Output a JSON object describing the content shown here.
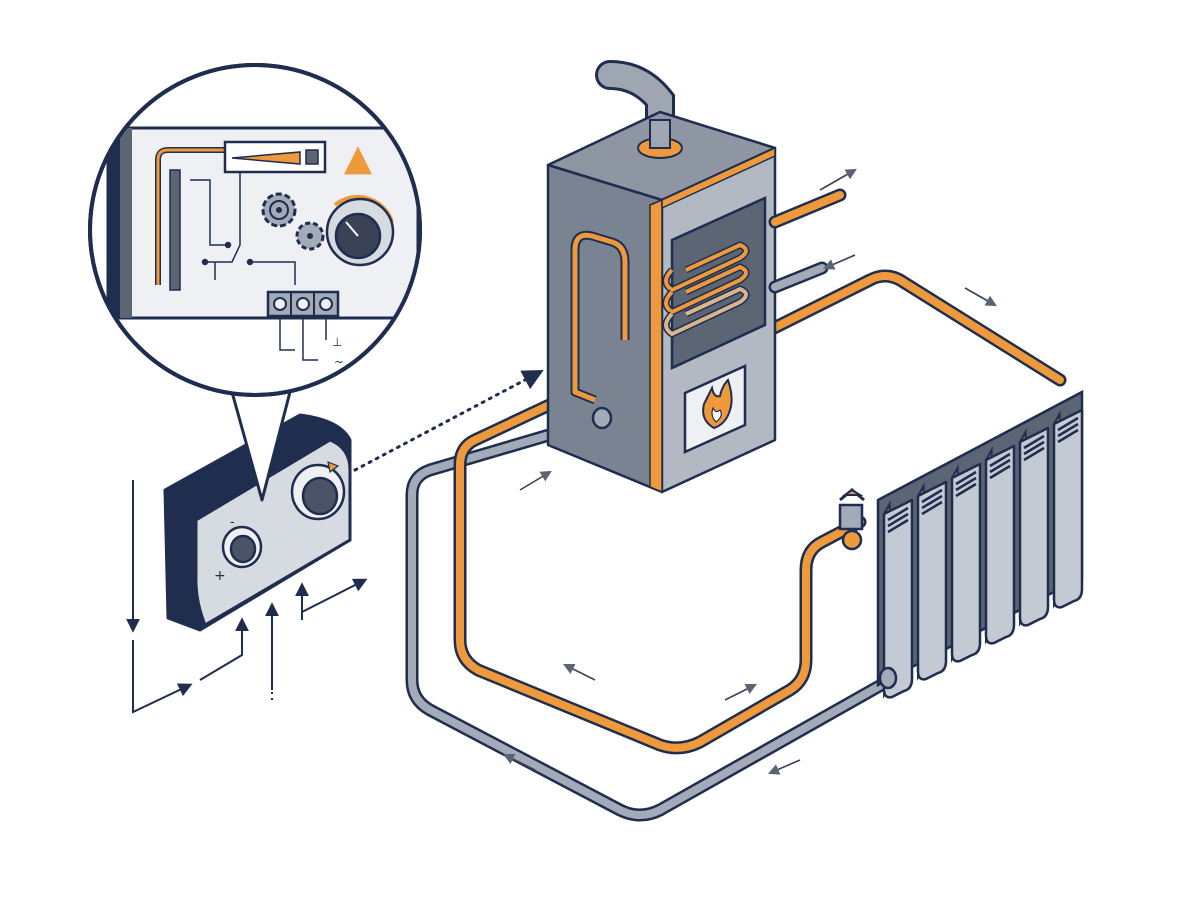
{
  "colors": {
    "navy": "#1f2d4f",
    "orange": "#ee9a3c",
    "grey_pipe": "#9aa3b1",
    "boiler_body": "#a9b0bb",
    "boiler_side": "#7e8794",
    "radiator": "#c4cad3",
    "background": "#ffffff"
  },
  "components": {
    "thermostat": {
      "icon": "thermostat-icon",
      "symbols": [
        "-",
        "+"
      ]
    },
    "thermostat_detail": {
      "icon": "magnifier-callout-icon",
      "symbols": [
        "⊥",
        "~"
      ]
    },
    "boiler": {
      "icon": "boiler-icon",
      "flame_icon": "flame-icon",
      "coil_icon": "heat-exchanger-coil-icon"
    },
    "radiator": {
      "icon": "radiator-icon",
      "valve_icon": "valve-icon",
      "sections": 6
    }
  },
  "flows": {
    "supply": {
      "color": "orange",
      "direction": "boiler-to-radiator"
    },
    "return": {
      "color": "grey",
      "direction": "radiator-to-boiler"
    },
    "control_signal": {
      "style": "dotted",
      "direction": "thermostat-to-boiler"
    }
  }
}
